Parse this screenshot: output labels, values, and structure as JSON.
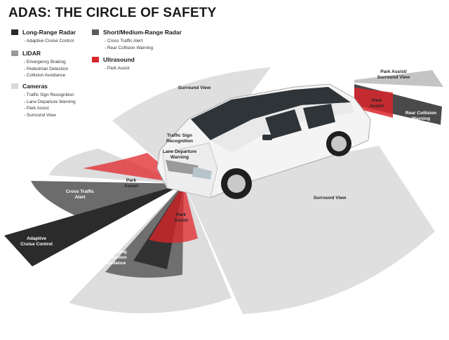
{
  "title": "ADAS: THE CIRCLE OF SAFETY",
  "colors": {
    "long_range_radar": "#2b2b2b",
    "short_medium_radar": "#5c5c5c",
    "lidar": "#9a9a9a",
    "cameras": "#d9d9d9",
    "ultrasound": "#d8262b"
  },
  "legend": {
    "long_range_radar": {
      "label": "Long-Range Radar",
      "items": [
        "Adaptive Cruise Control"
      ]
    },
    "lidar": {
      "label": "LIDAR",
      "items": [
        "Emergency Braking",
        "Pedestrian Detection",
        "Collision Avoidance"
      ]
    },
    "cameras": {
      "label": "Cameras",
      "items": [
        "Traffic Sign Recognition",
        "Lane Departure Warning",
        "Park Assist",
        "Surround View"
      ]
    },
    "short_medium_radar": {
      "label": "Short/Medium-Range Radar",
      "items": [
        "Cross Traffic Alert",
        "Rear Collision Warning"
      ]
    },
    "ultrasound": {
      "label": "Ultrasound",
      "items": [
        "Park Assist"
      ]
    }
  },
  "zones": {
    "surround_view_top": "Surround View",
    "park_assist_surround_view": [
      "Park Assist/",
      "Surround View"
    ],
    "park_assist_rear": [
      "Park",
      "Assist"
    ],
    "rear_collision_warning": [
      "Rear Collision",
      "Warning"
    ],
    "traffic_sign_recognition": [
      "Traffic Sign",
      "Recognition"
    ],
    "lane_departure_warning": [
      "Lane Departure",
      "Warning"
    ],
    "park_assist_front_left": [
      "Park",
      "Assist"
    ],
    "cross_traffic_alert": [
      "Cross Traffic",
      "Alert"
    ],
    "surround_view_right": "Surround View",
    "park_assist_front_right": [
      "Park",
      "Assist"
    ],
    "adaptive_cruise_control": [
      "Adaptive",
      "Cruise Control"
    ],
    "emergency_braking_group": [
      "Emergency Breaking",
      "Pedestrian Detection",
      "Collision Avoidance"
    ]
  }
}
